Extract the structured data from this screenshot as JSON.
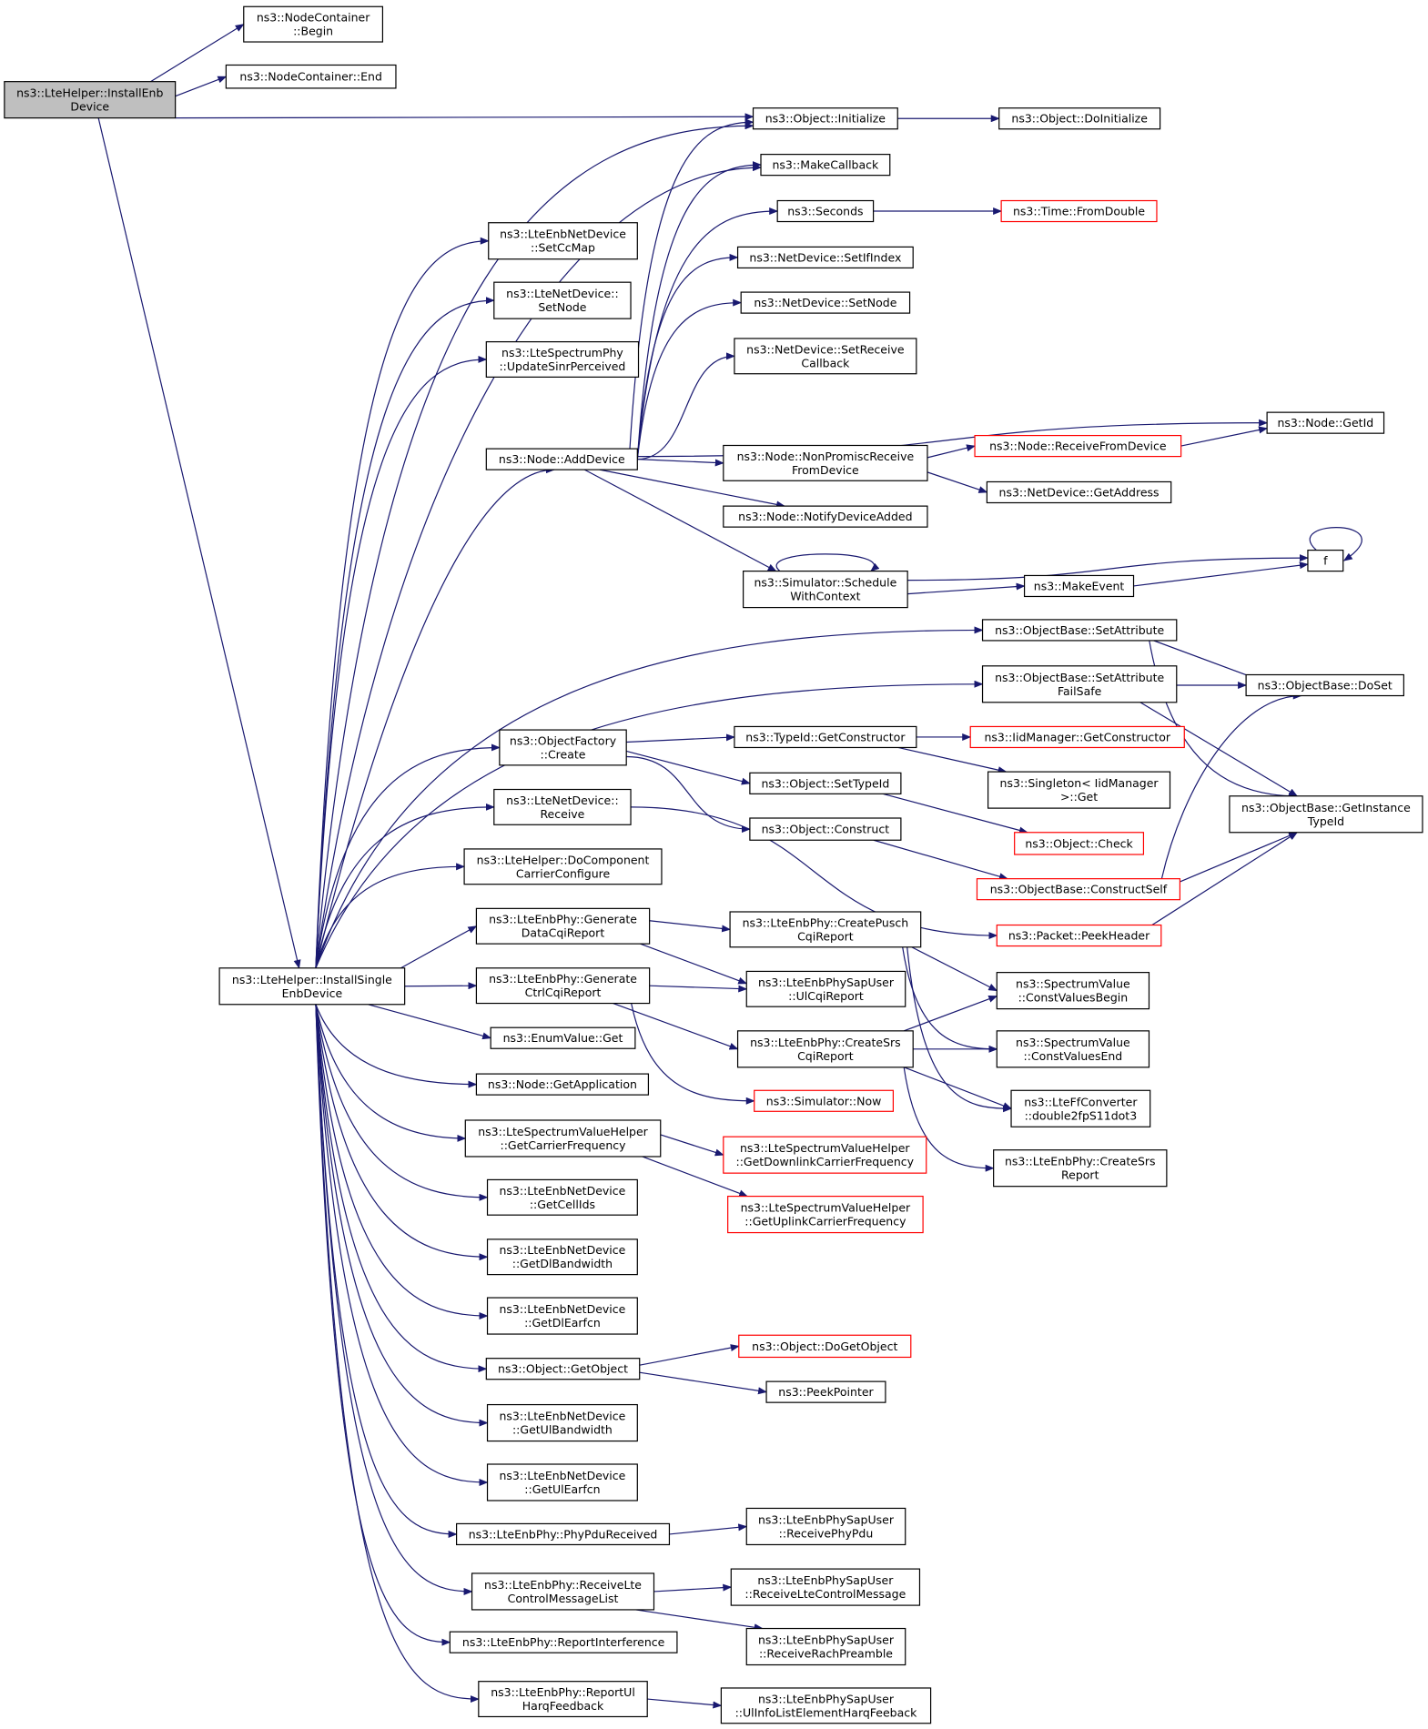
{
  "diagram": {
    "title": "",
    "nodes": [
      {
        "id": "n_ifhb",
        "lines": [
          "ns3::LteHelper::InstallEnb",
          "Device"
        ],
        "style": "root"
      },
      {
        "id": "n_ncbegin",
        "lines": [
          "ns3::NodeContainer",
          "::Begin"
        ]
      },
      {
        "id": "n_ncend",
        "lines": [
          "ns3::NodeContainer::End"
        ]
      },
      {
        "id": "n_objinit",
        "lines": [
          "ns3::Object::Initialize"
        ]
      },
      {
        "id": "n_objdoinit",
        "lines": [
          "ns3::Object::DoInitialize"
        ]
      },
      {
        "id": "n_makecb",
        "lines": [
          "ns3::MakeCallback"
        ]
      },
      {
        "id": "n_seconds",
        "lines": [
          "ns3::Seconds"
        ]
      },
      {
        "id": "n_fromdouble",
        "lines": [
          "ns3::Time::FromDouble"
        ],
        "style": "red"
      },
      {
        "id": "n_setifindex",
        "lines": [
          "ns3::NetDevice::SetIfIndex"
        ]
      },
      {
        "id": "n_ndsetnode",
        "lines": [
          "ns3::NetDevice::SetNode"
        ]
      },
      {
        "id": "n_setrecvcb",
        "lines": [
          "ns3::NetDevice::SetReceive",
          "Callback"
        ]
      },
      {
        "id": "n_getid",
        "lines": [
          "ns3::Node::GetId"
        ]
      },
      {
        "id": "n_nonpromisc",
        "lines": [
          "ns3::Node::NonPromiscReceive",
          "FromDevice"
        ]
      },
      {
        "id": "n_recvfromdev",
        "lines": [
          "ns3::Node::ReceiveFromDevice"
        ],
        "style": "red"
      },
      {
        "id": "n_getaddress",
        "lines": [
          "ns3::NetDevice::GetAddress"
        ]
      },
      {
        "id": "n_notifyadded",
        "lines": [
          "ns3::Node::NotifyDeviceAdded"
        ]
      },
      {
        "id": "n_schedctx",
        "lines": [
          "ns3::Simulator::Schedule",
          "WithContext"
        ]
      },
      {
        "id": "n_makeevent",
        "lines": [
          "ns3::MakeEvent"
        ]
      },
      {
        "id": "n_f",
        "lines": [
          "f"
        ]
      },
      {
        "id": "n_setccmap",
        "lines": [
          "ns3::LteEnbNetDevice",
          "::SetCcMap"
        ]
      },
      {
        "id": "n_ltesetnode",
        "lines": [
          "ns3::LteNetDevice::",
          "SetNode"
        ]
      },
      {
        "id": "n_updsinr",
        "lines": [
          "ns3::LteSpectrumPhy",
          "::UpdateSinrPerceived"
        ]
      },
      {
        "id": "n_adddevice",
        "lines": [
          "ns3::Node::AddDevice"
        ]
      },
      {
        "id": "n_setattr",
        "lines": [
          "ns3::ObjectBase::SetAttribute"
        ]
      },
      {
        "id": "n_setattrfs",
        "lines": [
          "ns3::ObjectBase::SetAttribute",
          "FailSafe"
        ]
      },
      {
        "id": "n_doset",
        "lines": [
          "ns3::ObjectBase::DoSet"
        ]
      },
      {
        "id": "n_getinsttid",
        "lines": [
          "ns3::ObjectBase::GetInstance",
          "TypeId"
        ]
      },
      {
        "id": "n_ofcreate",
        "lines": [
          "ns3::ObjectFactory",
          "::Create"
        ]
      },
      {
        "id": "n_getctor",
        "lines": [
          "ns3::TypeId::GetConstructor"
        ]
      },
      {
        "id": "n_iidgetctor",
        "lines": [
          "ns3::IidManager::GetConstructor"
        ],
        "style": "red"
      },
      {
        "id": "n_singleton",
        "lines": [
          "ns3::Singleton< IidManager",
          ">::Get"
        ]
      },
      {
        "id": "n_settypeid",
        "lines": [
          "ns3::Object::SetTypeId"
        ]
      },
      {
        "id": "n_construct",
        "lines": [
          "ns3::Object::Construct"
        ]
      },
      {
        "id": "n_check",
        "lines": [
          "ns3::Object::Check"
        ],
        "style": "red"
      },
      {
        "id": "n_constructself",
        "lines": [
          "ns3::ObjectBase::ConstructSelf"
        ],
        "style": "red"
      },
      {
        "id": "n_ltereceive",
        "lines": [
          "ns3::LteNetDevice::",
          "Receive"
        ]
      },
      {
        "id": "n_peekheader",
        "lines": [
          "ns3::Packet::PeekHeader"
        ],
        "style": "red"
      },
      {
        "id": "n_docomp",
        "lines": [
          "ns3::LteHelper::DoComponent",
          "CarrierConfigure"
        ]
      },
      {
        "id": "n_gendata",
        "lines": [
          "ns3::LteEnbPhy::Generate",
          "DataCqiReport"
        ]
      },
      {
        "id": "n_createpusch",
        "lines": [
          "ns3::LteEnbPhy::CreatePusch",
          "CqiReport"
        ]
      },
      {
        "id": "n_install",
        "lines": [
          "ns3::LteHelper::InstallSingle",
          "EnbDevice"
        ]
      },
      {
        "id": "n_genctrl",
        "lines": [
          "ns3::LteEnbPhy::Generate",
          "CtrlCqiReport"
        ]
      },
      {
        "id": "n_ulcqi",
        "lines": [
          "ns3::LteEnbPhySapUser",
          "::UlCqiReport"
        ]
      },
      {
        "id": "n_cvbegin",
        "lines": [
          "ns3::SpectrumValue",
          "::ConstValuesBegin"
        ]
      },
      {
        "id": "n_createsrscqi",
        "lines": [
          "ns3::LteEnbPhy::CreateSrs",
          "CqiReport"
        ]
      },
      {
        "id": "n_cvend",
        "lines": [
          "ns3::SpectrumValue",
          "::ConstValuesEnd"
        ]
      },
      {
        "id": "n_enumget",
        "lines": [
          "ns3::EnumValue::Get"
        ]
      },
      {
        "id": "n_simnow",
        "lines": [
          "ns3::Simulator::Now"
        ],
        "style": "red"
      },
      {
        "id": "n_dbl2fp",
        "lines": [
          "ns3::LteFfConverter",
          "::double2fpS11dot3"
        ]
      },
      {
        "id": "n_getapp",
        "lines": [
          "ns3::Node::GetApplication"
        ]
      },
      {
        "id": "n_getcarrier",
        "lines": [
          "ns3::LteSpectrumValueHelper",
          "::GetCarrierFrequency"
        ]
      },
      {
        "id": "n_getdlcarrier",
        "lines": [
          "ns3::LteSpectrumValueHelper",
          "::GetDownlinkCarrierFrequency"
        ],
        "style": "red"
      },
      {
        "id": "n_createsrsrep",
        "lines": [
          "ns3::LteEnbPhy::CreateSrs",
          "Report"
        ]
      },
      {
        "id": "n_getcellids",
        "lines": [
          "ns3::LteEnbNetDevice",
          "::GetCellIds"
        ]
      },
      {
        "id": "n_getulcarrier",
        "lines": [
          "ns3::LteSpectrumValueHelper",
          "::GetUplinkCarrierFrequency"
        ],
        "style": "red"
      },
      {
        "id": "n_getdlbw",
        "lines": [
          "ns3::LteEnbNetDevice",
          "::GetDlBandwidth"
        ]
      },
      {
        "id": "n_getdlearfcn",
        "lines": [
          "ns3::LteEnbNetDevice",
          "::GetDlEarfcn"
        ]
      },
      {
        "id": "n_getobject",
        "lines": [
          "ns3::Object::GetObject"
        ]
      },
      {
        "id": "n_dogetobject",
        "lines": [
          "ns3::Object::DoGetObject"
        ],
        "style": "red"
      },
      {
        "id": "n_peekpointer",
        "lines": [
          "ns3::PeekPointer"
        ]
      },
      {
        "id": "n_getulbw",
        "lines": [
          "ns3::LteEnbNetDevice",
          "::GetUlBandwidth"
        ]
      },
      {
        "id": "n_getulearfcn",
        "lines": [
          "ns3::LteEnbNetDevice",
          "::GetUlEarfcn"
        ]
      },
      {
        "id": "n_phypdu",
        "lines": [
          "ns3::LteEnbPhy::PhyPduReceived"
        ]
      },
      {
        "id": "n_recvphypdu",
        "lines": [
          "ns3::LteEnbPhySapUser",
          "::ReceivePhyPdu"
        ]
      },
      {
        "id": "n_recvltecm",
        "lines": [
          "ns3::LteEnbPhy::ReceiveLte",
          "ControlMessageList"
        ]
      },
      {
        "id": "n_sapltecm",
        "lines": [
          "ns3::LteEnbPhySapUser",
          "::ReceiveLteControlMessage"
        ]
      },
      {
        "id": "n_rachpre",
        "lines": [
          "ns3::LteEnbPhySapUser",
          "::ReceiveRachPreamble"
        ]
      },
      {
        "id": "n_reportint",
        "lines": [
          "ns3::LteEnbPhy::ReportInterference"
        ]
      },
      {
        "id": "n_reportharq",
        "lines": [
          "ns3::LteEnbPhy::ReportUl",
          "HarqFeedback"
        ]
      },
      {
        "id": "n_ulinfo",
        "lines": [
          "ns3::LteEnbPhySapUser",
          "::UlInfoListElementHarqFeeback"
        ]
      }
    ]
  },
  "colors": {
    "edge": "#191970",
    "root_fill": "#bfbfbf",
    "red_border": "#ff0000",
    "border": "#000000"
  }
}
